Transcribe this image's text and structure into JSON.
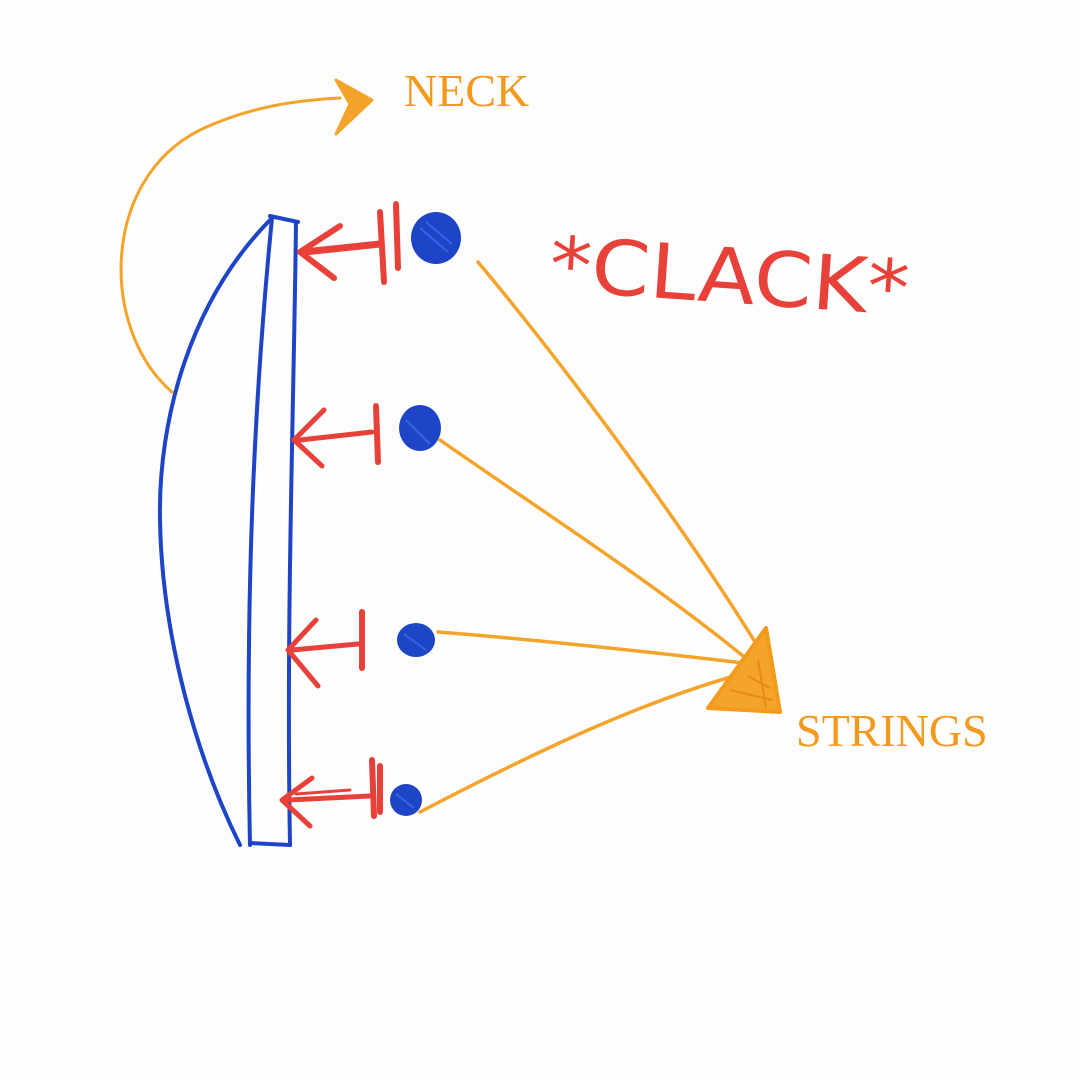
{
  "labels": {
    "neck": "NECK",
    "strings": "STRINGS",
    "clack": "*CLACK*"
  },
  "colors": {
    "background": "#fdfdfd",
    "neck_outline": "#1e44c8",
    "frets": "#e8413a",
    "strings": "#f4a42a",
    "finger_dots": "#1e44c8",
    "label_orange": "#f39a1d",
    "label_red": "#e8413a"
  },
  "icons": {
    "neck_arrow": "arrow-head-icon",
    "strings_anchor": "triangle-icon",
    "press_arrows": "arrow-left-icon",
    "finger_dots": "filled-circle-icon"
  }
}
